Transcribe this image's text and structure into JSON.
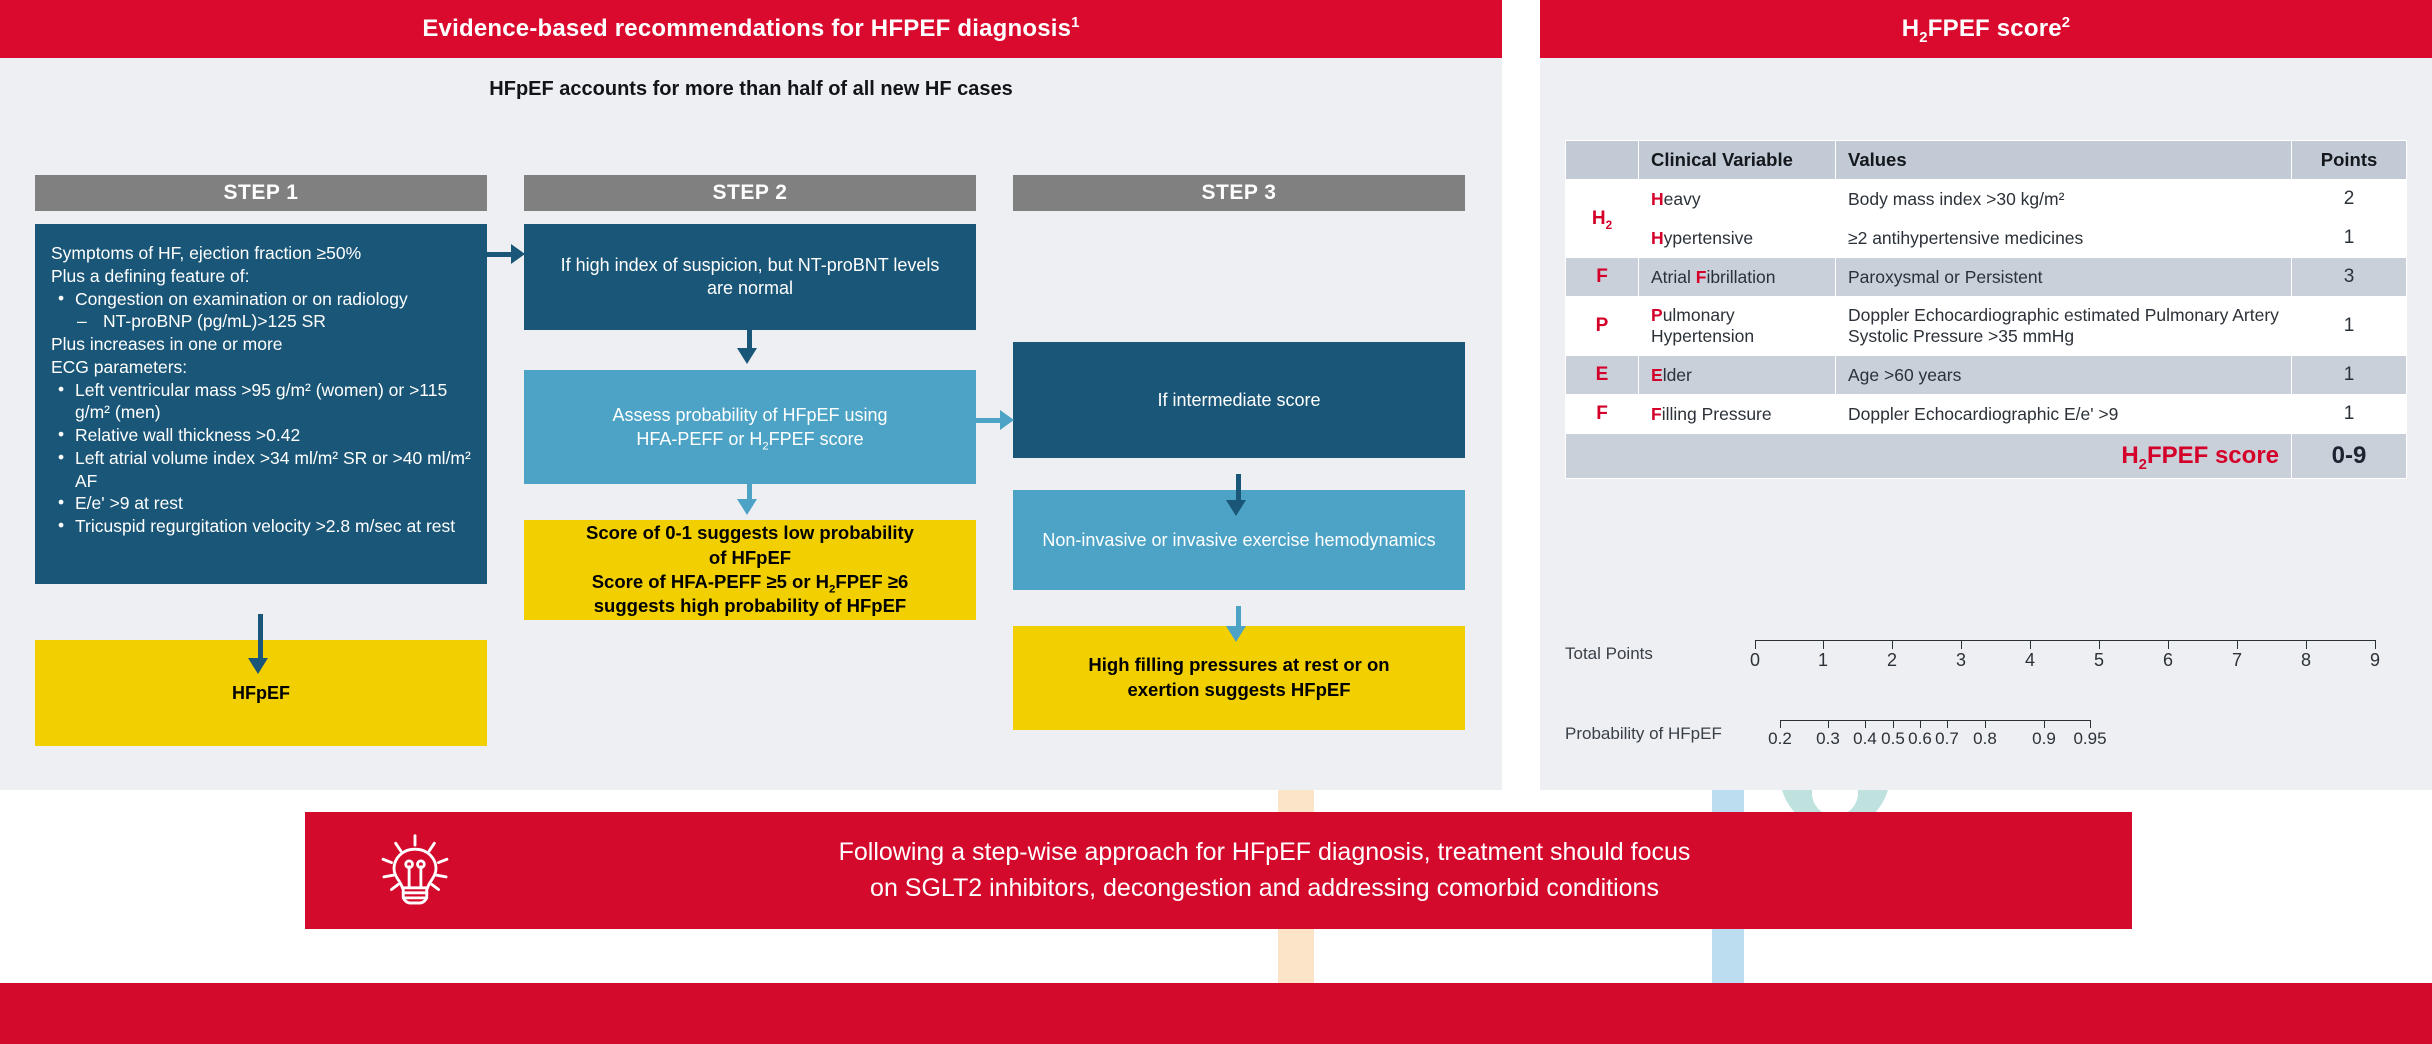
{
  "colors": {
    "brand_red": "#da0a2e",
    "panel_bg": "#edeff2",
    "dark_blue": "#1a5677",
    "light_blue": "#4ca3c6",
    "yellow": "#f2cf00",
    "step_header_gray": "#808080",
    "table_shade": "#c9d0da",
    "table_header": "#c2cad6",
    "accent_red": "#d4002a"
  },
  "header": {
    "left_title_main": "Evidence-based recommendations for HFPEF diagnosis",
    "left_title_sup": "1",
    "right_title_pre": "H",
    "right_title_sub": "2",
    "right_title_post": "FPEF score",
    "right_title_sup": "2"
  },
  "left_panel": {
    "subtitle": "HFpEF accounts for more than half of all new HF cases",
    "steps": [
      {
        "header": "STEP 1",
        "box1_lines": [
          "Symptoms of HF, ejection fraction ≥50%",
          "Plus a defining feature of:"
        ],
        "bullets1": [
          "Congestion on examination or on radiology"
        ],
        "subbullet1": "NT-proBNP (pg/mL)>125 SR",
        "mid_lines": [
          "Plus increases in one or more",
          "ECG parameters:"
        ],
        "bullets2": [
          "Left ventricular mass >95 g/m² (women) or >115 g/m² (men)",
          "Relative wall thickness >0.42",
          "Left atrial volume index >34 ml/m² SR or >40 ml/m² AF",
          "E/e' >9 at rest",
          "Tricuspid regurgitation velocity >2.8 m/sec at rest"
        ],
        "outcome": "HFpEF"
      },
      {
        "header": "STEP 2",
        "box1": "If high index of suspicion, but NT-proBNT levels are normal",
        "box2_line1": "Assess probability of HFpEF using",
        "box2_line2_pre": "HFA-PEFF or H",
        "box2_line2_sub": "2",
        "box2_line2_post": "FPEF score",
        "box3_line1": "Score of 0-1 suggests low probability",
        "box3_line2": "of HFpEF",
        "box3_line3_pre": "Score of HFA-PEFF ≥5 or H",
        "box3_line3_sub": "2",
        "box3_line3_post": "FPEF ≥6",
        "box3_line4": "suggests high probability of HFpEF"
      },
      {
        "header": "STEP 3",
        "box1": "If intermediate score",
        "box2": "Non-invasive or invasive exercise hemodynamics",
        "box3_line1": "High filling pressures at rest or on",
        "box3_line2": "exertion suggests HFpEF"
      }
    ]
  },
  "right_panel": {
    "table": {
      "columns": [
        "",
        "Clinical Variable",
        "Values",
        "Points"
      ],
      "rows": [
        {
          "letter": "H",
          "letter_sub": "2",
          "letter_rowspan": 2,
          "variable_cap": "H",
          "variable_rest": "eavy",
          "value": "Body mass index >30 kg/m²",
          "points": "2",
          "shaded": false
        },
        {
          "letter": "",
          "variable_cap": "H",
          "variable_rest": "ypertensive",
          "value": "≥2 antihypertensive medicines",
          "points": "1",
          "shaded": false
        },
        {
          "letter": "F",
          "variable_pre": "Atrial ",
          "variable_cap": "F",
          "variable_rest": "ibrillation",
          "value": "Paroxysmal or Persistent",
          "points": "3",
          "shaded": true
        },
        {
          "letter": "P",
          "variable_cap": "P",
          "variable_rest": "ulmonary Hypertension",
          "value": "Doppler Echocardiographic estimated Pulmonary Artery Systolic Pressure >35 mmHg",
          "points": "1",
          "shaded": false
        },
        {
          "letter": "E",
          "variable_cap": "E",
          "variable_rest": "lder",
          "value": "Age >60 years",
          "points": "1",
          "shaded": true
        },
        {
          "letter": "F",
          "variable_cap": "F",
          "variable_rest": "illing Pressure",
          "value": "Doppler Echocardiographic E/e' >9",
          "points": "1",
          "shaded": false
        }
      ],
      "score_label_pre": "H",
      "score_label_sub": "2",
      "score_label_post": "FPEF score",
      "score_value": "0-9"
    },
    "scales": [
      {
        "label": "Total Points",
        "ticks": [
          "0",
          "1",
          "2",
          "3",
          "4",
          "5",
          "6",
          "7",
          "8",
          "9"
        ],
        "positions": [
          0,
          11.11,
          22.22,
          33.33,
          44.44,
          55.55,
          66.66,
          77.77,
          88.88,
          100
        ]
      },
      {
        "label": "Probability of HFpEF",
        "ticks": [
          "0.2",
          "0.3",
          "0.4",
          "0.5",
          "0.6",
          "0.7",
          "0.8",
          "0.9",
          "0.95"
        ],
        "positions": [
          0,
          15.5,
          27.5,
          36.5,
          45.0,
          54.0,
          66.0,
          85.0,
          100
        ]
      }
    ]
  },
  "banner": {
    "icon": "lightbulb-icon",
    "line1": "Following a step-wise approach for HFpEF diagnosis, treatment should focus",
    "line2": "on SGLT2 inhibitors, decongestion and addressing comorbid conditions"
  }
}
